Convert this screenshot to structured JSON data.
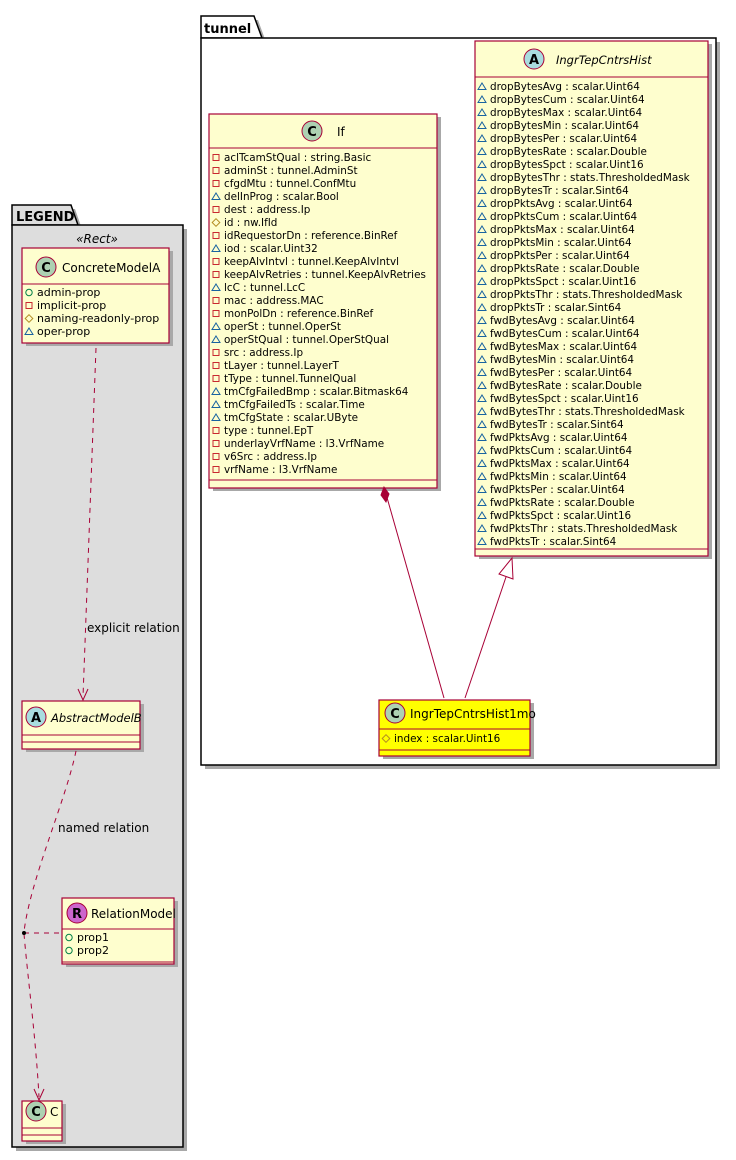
{
  "colors": {
    "class_fill": "#FEFECE",
    "class_border": "#A80036",
    "highlight_fill": "#FFFF00",
    "package_fill": "#DDDDDD",
    "stereotype_c": "#ADD1B2",
    "stereotype_a": "#A9DCDF",
    "stereotype_r": "#CC66CC",
    "vis_private": "#C82930",
    "vis_public": "#038048",
    "vis_protected": "#B38D22",
    "vis_package": "#1963A0"
  },
  "legend": {
    "title": "LEGEND",
    "stereotype": "«Rect»",
    "concrete": {
      "name": "ConcreteModelA",
      "icon": "C",
      "props": [
        {
          "vis": "public",
          "text": "admin-prop"
        },
        {
          "vis": "private",
          "text": "implicit-prop"
        },
        {
          "vis": "protected",
          "text": "naming-readonly-prop"
        },
        {
          "vis": "package",
          "text": "oper-prop"
        }
      ]
    },
    "abstract": {
      "name": "AbstractModelB",
      "icon": "A"
    },
    "relation_model": {
      "name": "RelationModel",
      "icon": "R",
      "props": [
        {
          "vis": "public",
          "text": "prop1"
        },
        {
          "vis": "public",
          "text": "prop2"
        }
      ]
    },
    "c_class": {
      "name": "C",
      "icon": "C"
    },
    "explicit_relation_label": "explicit relation",
    "named_relation_label": "named relation"
  },
  "tunnel": {
    "title": "tunnel",
    "if_class": {
      "name": "If",
      "icon": "C",
      "props": [
        {
          "vis": "private",
          "text": "aclTcamStQual : string.Basic"
        },
        {
          "vis": "private",
          "text": "adminSt : tunnel.AdminSt"
        },
        {
          "vis": "private",
          "text": "cfgdMtu : tunnel.ConfMtu"
        },
        {
          "vis": "package",
          "text": "delInProg : scalar.Bool"
        },
        {
          "vis": "private",
          "text": "dest : address.Ip"
        },
        {
          "vis": "protected",
          "text": "id : nw.IfId"
        },
        {
          "vis": "private",
          "text": "idRequestorDn : reference.BinRef"
        },
        {
          "vis": "package",
          "text": "iod : scalar.Uint32"
        },
        {
          "vis": "private",
          "text": "keepAlvIntvl : tunnel.KeepAlvIntvl"
        },
        {
          "vis": "private",
          "text": "keepAlvRetries : tunnel.KeepAlvRetries"
        },
        {
          "vis": "package",
          "text": "lcC : tunnel.LcC"
        },
        {
          "vis": "private",
          "text": "mac : address.MAC"
        },
        {
          "vis": "private",
          "text": "monPolDn : reference.BinRef"
        },
        {
          "vis": "package",
          "text": "operSt : tunnel.OperSt"
        },
        {
          "vis": "package",
          "text": "operStQual : tunnel.OperStQual"
        },
        {
          "vis": "private",
          "text": "src : address.Ip"
        },
        {
          "vis": "private",
          "text": "tLayer : tunnel.LayerT"
        },
        {
          "vis": "private",
          "text": "tType : tunnel.TunnelQual"
        },
        {
          "vis": "package",
          "text": "tmCfgFailedBmp : scalar.Bitmask64"
        },
        {
          "vis": "package",
          "text": "tmCfgFailedTs : scalar.Time"
        },
        {
          "vis": "package",
          "text": "tmCfgState : scalar.UByte"
        },
        {
          "vis": "private",
          "text": "type : tunnel.EpT"
        },
        {
          "vis": "private",
          "text": "underlayVrfName : l3.VrfName"
        },
        {
          "vis": "private",
          "text": "v6Src : address.Ip"
        },
        {
          "vis": "private",
          "text": "vrfName : l3.VrfName"
        }
      ]
    },
    "hist_class": {
      "name": "IngrTepCntrsHist",
      "icon": "A",
      "props": [
        {
          "vis": "package",
          "text": "dropBytesAvg : scalar.Uint64"
        },
        {
          "vis": "package",
          "text": "dropBytesCum : scalar.Uint64"
        },
        {
          "vis": "package",
          "text": "dropBytesMax : scalar.Uint64"
        },
        {
          "vis": "package",
          "text": "dropBytesMin : scalar.Uint64"
        },
        {
          "vis": "package",
          "text": "dropBytesPer : scalar.Uint64"
        },
        {
          "vis": "package",
          "text": "dropBytesRate : scalar.Double"
        },
        {
          "vis": "package",
          "text": "dropBytesSpct : scalar.Uint16"
        },
        {
          "vis": "package",
          "text": "dropBytesThr : stats.ThresholdedMask"
        },
        {
          "vis": "package",
          "text": "dropBytesTr : scalar.Sint64"
        },
        {
          "vis": "package",
          "text": "dropPktsAvg : scalar.Uint64"
        },
        {
          "vis": "package",
          "text": "dropPktsCum : scalar.Uint64"
        },
        {
          "vis": "package",
          "text": "dropPktsMax : scalar.Uint64"
        },
        {
          "vis": "package",
          "text": "dropPktsMin : scalar.Uint64"
        },
        {
          "vis": "package",
          "text": "dropPktsPer : scalar.Uint64"
        },
        {
          "vis": "package",
          "text": "dropPktsRate : scalar.Double"
        },
        {
          "vis": "package",
          "text": "dropPktsSpct : scalar.Uint16"
        },
        {
          "vis": "package",
          "text": "dropPktsThr : stats.ThresholdedMask"
        },
        {
          "vis": "package",
          "text": "dropPktsTr : scalar.Sint64"
        },
        {
          "vis": "package",
          "text": "fwdBytesAvg : scalar.Uint64"
        },
        {
          "vis": "package",
          "text": "fwdBytesCum : scalar.Uint64"
        },
        {
          "vis": "package",
          "text": "fwdBytesMax : scalar.Uint64"
        },
        {
          "vis": "package",
          "text": "fwdBytesMin : scalar.Uint64"
        },
        {
          "vis": "package",
          "text": "fwdBytesPer : scalar.Uint64"
        },
        {
          "vis": "package",
          "text": "fwdBytesRate : scalar.Double"
        },
        {
          "vis": "package",
          "text": "fwdBytesSpct : scalar.Uint16"
        },
        {
          "vis": "package",
          "text": "fwdBytesThr : stats.ThresholdedMask"
        },
        {
          "vis": "package",
          "text": "fwdBytesTr : scalar.Sint64"
        },
        {
          "vis": "package",
          "text": "fwdPktsAvg : scalar.Uint64"
        },
        {
          "vis": "package",
          "text": "fwdPktsCum : scalar.Uint64"
        },
        {
          "vis": "package",
          "text": "fwdPktsMax : scalar.Uint64"
        },
        {
          "vis": "package",
          "text": "fwdPktsMin : scalar.Uint64"
        },
        {
          "vis": "package",
          "text": "fwdPktsPer : scalar.Uint64"
        },
        {
          "vis": "package",
          "text": "fwdPktsRate : scalar.Double"
        },
        {
          "vis": "package",
          "text": "fwdPktsSpct : scalar.Uint16"
        },
        {
          "vis": "package",
          "text": "fwdPktsThr : stats.ThresholdedMask"
        },
        {
          "vis": "package",
          "text": "fwdPktsTr : scalar.Sint64"
        }
      ]
    },
    "mo_class": {
      "name": "IngrTepCntrsHist1mo",
      "icon": "C",
      "props": [
        {
          "vis": "protected",
          "text": "index : scalar.Uint16"
        }
      ]
    }
  }
}
